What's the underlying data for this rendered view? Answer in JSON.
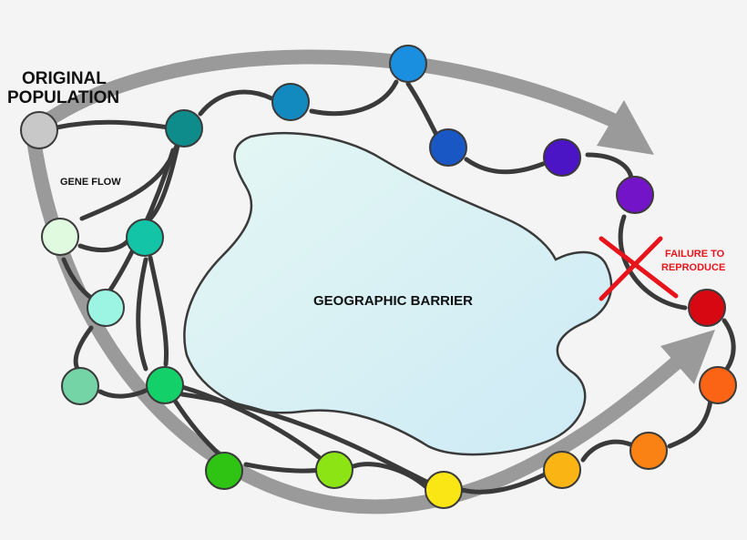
{
  "labels": {
    "original_population_line1": "ORIGINAL",
    "original_population_line2": "POPULATION",
    "gene_flow": "GENE FLOW",
    "geographic_barrier": "GEOGRAPHIC BARRIER",
    "failure_line1": "FAILURE TO",
    "failure_line2": "REPRODUCE"
  },
  "colors": {
    "background": "#f4f4f4",
    "arrow": "#9a9a9a",
    "barrier_fill": "#d7f0f7",
    "link": "#3a3a3a",
    "failure_mark": "#e8141c",
    "populations": {
      "original": "#c8c8c8",
      "north_1": "#0e8c8c",
      "north_2": "#1289bf",
      "north_3": "#1a8fe0",
      "north_4": "#1857c4",
      "north_5": "#4b14c4",
      "north_6": "#7414c8",
      "end": "#d80812",
      "west_1": "#e0fae0",
      "west_2": "#14c4a6",
      "west_3": "#9cf5e2",
      "west_4": "#74d4a6",
      "west_5": "#14d068",
      "south_1": "#2fc414",
      "south_2": "#8ce414",
      "south_3": "#fae614",
      "south_4": "#fab414",
      "south_5": "#fa8214",
      "south_6": "#fa6414"
    }
  }
}
